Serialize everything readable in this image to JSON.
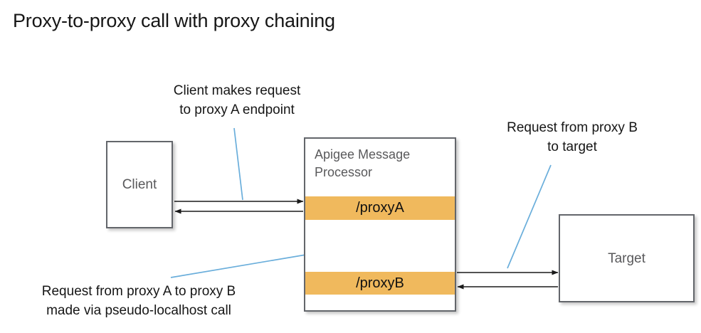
{
  "title": "Proxy-to-proxy call with proxy chaining",
  "nodes": {
    "client": {
      "label": "Client"
    },
    "target": {
      "label": "Target"
    },
    "message_processor": {
      "title": "Apigee Message Processor",
      "proxy_a": "/proxyA",
      "proxy_b": "/proxyB"
    }
  },
  "callouts": {
    "client_request": "Client makes request\nto proxy A endpoint",
    "proxy_b_to_target": "Request from proxy B\nto target",
    "proxy_chain": "Request from proxy A to proxy B\nmade via pseudo-localhost call"
  },
  "colors": {
    "proxy_band": "#f0b95d",
    "box_border": "#63666b",
    "node_text": "#59595b",
    "callout_line": "#6aaedb",
    "arrow": "#1a1a1a",
    "title_text": "#161616"
  }
}
